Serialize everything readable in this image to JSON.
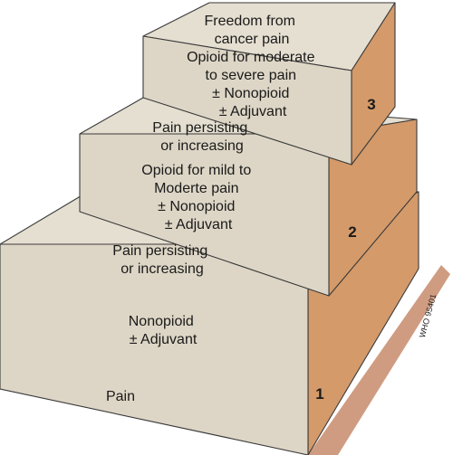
{
  "colors": {
    "front": "#ddd6c6",
    "top": "#e5dfd1",
    "side": "#d49a6a",
    "shadow": "#cf9c82",
    "edge": "#3a3a3a"
  },
  "ladder": {
    "goal": [
      "Freedom from",
      "cancer pain"
    ],
    "steps": [
      {
        "number": "1",
        "lines": [
          "Nonopioid",
          "± Adjuvant"
        ]
      },
      {
        "number": "2",
        "lines": [
          "Opioid for mild to",
          "Moderte pain",
          "± Nonopioid",
          "± Adjuvant"
        ]
      },
      {
        "number": "3",
        "lines": [
          "Opioid for moderate",
          "to severe pain",
          "± Nonopioid",
          "± Adjuvant"
        ]
      }
    ],
    "transitions": [
      [
        "Pain persisting",
        "or increasing"
      ],
      [
        "Pain persisting",
        "or increasing"
      ]
    ],
    "start_label": "Pain",
    "watermark": "WHO 95401"
  }
}
